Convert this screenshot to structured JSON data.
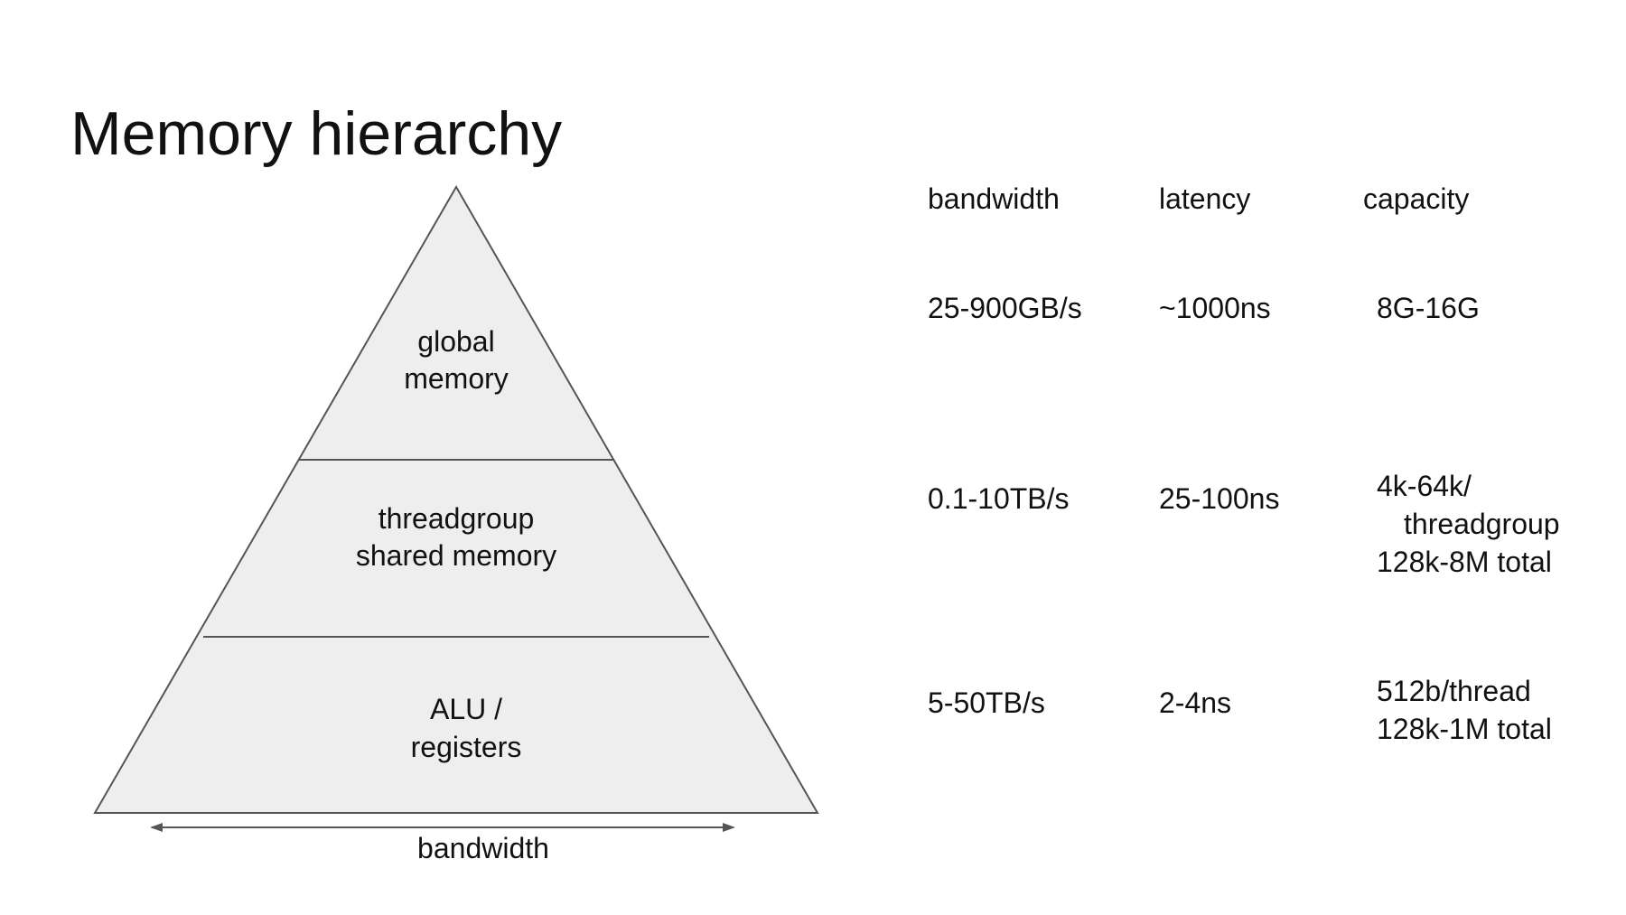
{
  "title": "Memory hierarchy",
  "pyramid": {
    "levels": [
      {
        "line1": "global",
        "line2": "memory"
      },
      {
        "line1": "threadgroup",
        "line2": "shared memory"
      },
      {
        "line1": "ALU /",
        "line2": "registers"
      }
    ],
    "axis_label": "bandwidth"
  },
  "table": {
    "headers": {
      "bandwidth": "bandwidth",
      "latency": "latency",
      "capacity": "capacity"
    },
    "rows": [
      {
        "bandwidth": "25-900GB/s",
        "latency": "~1000ns",
        "capacity": [
          "8G-16G"
        ]
      },
      {
        "bandwidth": "0.1-10TB/s",
        "latency": "25-100ns",
        "capacity": [
          "4k-64k/",
          "threadgroup",
          "128k-8M total"
        ]
      },
      {
        "bandwidth": "5-50TB/s",
        "latency": "2-4ns",
        "capacity": [
          "512b/thread",
          "128k-1M total"
        ]
      }
    ]
  },
  "colors": {
    "pyramid_fill": "#eeeeee",
    "pyramid_stroke": "#555555",
    "text": "#111111"
  }
}
